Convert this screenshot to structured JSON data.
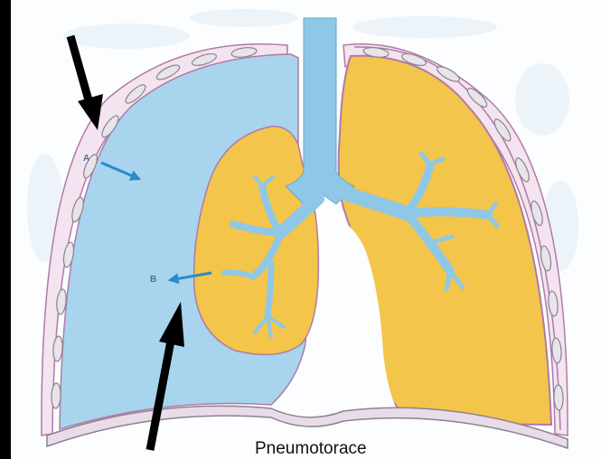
{
  "diagram": {
    "caption": "Pneumotorace",
    "markers": [
      {
        "label": "A"
      },
      {
        "label": "B"
      }
    ]
  },
  "colors": {
    "background": "#000000",
    "paper": "#fbfdfe",
    "pleural_air": "#a8d4ee",
    "lung_tissue": "#f3c54a",
    "bronchi": "#8ec8e6",
    "outline": "#b07aa8",
    "rib": "#e8e4ea",
    "rib_stroke": "#8a8290",
    "pointer_arrow": "#000000",
    "air_arrow": "#2a8cc8"
  },
  "icons": {
    "pointer_arrows": "arrow-icon",
    "air_leak_arrows": "arrow-icon"
  }
}
